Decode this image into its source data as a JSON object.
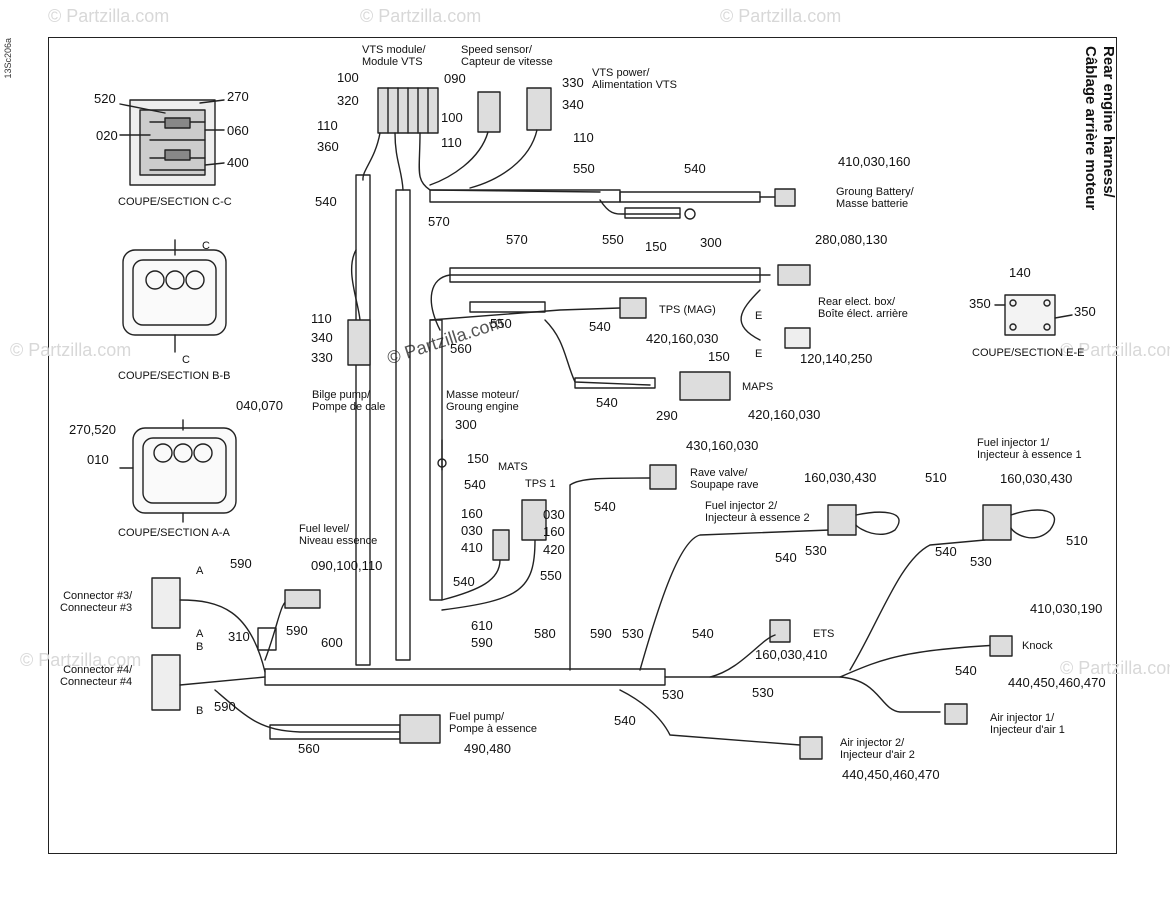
{
  "title": "Rear engine harness/\nCâblage arrière moteur",
  "side_code": "13Sc206a",
  "watermark": "© Partzilla.com",
  "sections": {
    "cc": "COUPE/SECTION C-C",
    "bb": "COUPE/SECTION B-B",
    "aa": "COUPE/SECTION A-A",
    "ee": "COUPE/SECTION E-E"
  },
  "labels": {
    "vts_module": "VTS module/\nModule VTS",
    "speed_sensor": "Speed sensor/\nCapteur de vitesse",
    "vts_power": "VTS power/\nAlimentation VTS",
    "ground_battery": "Groung Battery/\nMasse batterie",
    "tps_mag": "TPS (MAG)",
    "rear_box": "Rear elect. box/\nBoîte élect. arrière",
    "maps": "MAPS",
    "bilge_pump": "Bilge pump/\nPompe de cale",
    "masse_moteur": "Masse moteur/\nGroung engine",
    "mats": "MATS",
    "tps1": "TPS 1",
    "rave_valve": "Rave valve/\nSoupape rave",
    "fuel_injector1": "Fuel injector 1/\nInjecteur à essence 1",
    "fuel_injector2": "Fuel injector 2/\nInjecteur à essence 2",
    "fuel_level": "Fuel level/\nNiveau essence",
    "connector3": "Connector #3/\nConnecteur #3",
    "connector4": "Connector #4/\nConnecteur #4",
    "ets": "ETS",
    "knock": "Knock",
    "air_injector1": "Air injector 1/\nInjecteur d'air 1",
    "air_injector2": "Air injector 2/\nInjecteur d'air 2",
    "fuel_pump": "Fuel pump/\nPompe à essence"
  },
  "letters": {
    "c": "C",
    "a": "A",
    "b": "B",
    "e": "E"
  },
  "numbers": {
    "n520": "520",
    "n270": "270",
    "n020": "020",
    "n060": "060",
    "n400": "400",
    "n100a": "100",
    "n320": "320",
    "n110a": "110",
    "n360": "360",
    "n090a": "090",
    "n100b": "100",
    "n110b": "110",
    "n330a": "330",
    "n340a": "340",
    "n110c": "110",
    "n550a": "550",
    "n540a": "540",
    "n410_030_160": "410,030,160",
    "n540b": "540",
    "n570a": "570",
    "n550b": "550",
    "n150a": "150",
    "n300a": "300",
    "n570b": "570",
    "n280_080_130": "280,080,130",
    "n550c": "550",
    "n540c": "540",
    "n420_160_030a": "420,160,030",
    "n150b": "150",
    "n120_140_250": "120,140,250",
    "n290": "290",
    "n420_160_030b": "420,160,030",
    "n540d": "540",
    "n110d": "110",
    "n340b": "340",
    "n330b": "330",
    "n560a": "560",
    "n140": "140",
    "n350a": "350",
    "n350b": "350",
    "n270_520": "270,520",
    "n040_070": "040,070",
    "n010": "010",
    "n300b": "300",
    "n150c": "150",
    "n540e": "540",
    "n160a": "160",
    "n030a": "030",
    "n410": "410",
    "n540f": "540",
    "n030b": "030",
    "n160b": "160",
    "n420": "420",
    "n550d": "550",
    "n430_160_030": "430,160,030",
    "n540g": "540",
    "n160_030_430a": "160,030,430",
    "n510a": "510",
    "n540h": "540",
    "n530a": "530",
    "n160_030_430b": "160,030,430",
    "n540i": "540",
    "n530b": "530",
    "n510b": "510",
    "n590a": "590",
    "n090_100_110": "090,100,110",
    "n310": "310",
    "n590b": "590",
    "n600": "600",
    "n610": "610",
    "n590c": "590",
    "n580": "580",
    "n590d": "590",
    "n530c": "530",
    "n540j": "540",
    "n160_030_410": "160,030,410",
    "n410_030_190": "410,030,190",
    "n540k": "540",
    "n530d": "530",
    "n530e": "530",
    "n590e": "590",
    "n440_450_460_470a": "440,450,460,470",
    "n540l": "540",
    "n440_450_460_470b": "440,450,460,470",
    "n560b": "560",
    "n490_480": "490,480"
  }
}
